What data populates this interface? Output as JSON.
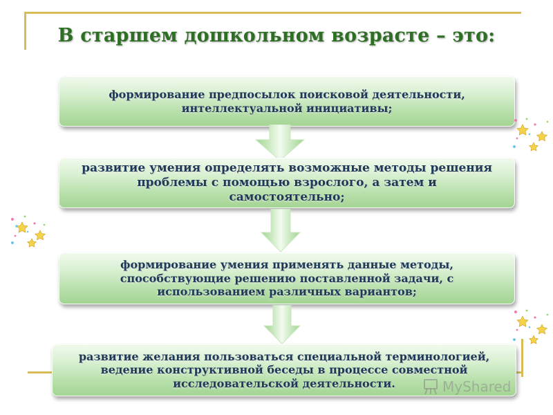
{
  "slide": {
    "title": "В старшем дошкольном возрасте – это:",
    "steps": [
      "формирование предпосылок поисковой деятельности, интеллектуальной инициативы;",
      "развитие умения определять возможные методы решения проблемы с помощью взрослого, а затем и самостоятельно;",
      "формирование умения применять данные методы, способствующие решению поставленной задачи, с использованием различных вариантов;",
      "развитие желания пользоваться специальной терминологией, ведение конструктивной беседы в процессе совместной исследовательской деятельности."
    ]
  },
  "watermark": {
    "text": "MyShared"
  },
  "icons": {
    "arrow": "down-arrow-icon",
    "decoration": "sparkle-stars-icon",
    "watermark": "mysahred-logo-icon"
  },
  "colors": {
    "title": "#2f6f25",
    "box_top": "#f1faee",
    "box_bottom": "#a3d493",
    "box_text": "#1f3a57",
    "frame": "#d8bd57"
  }
}
